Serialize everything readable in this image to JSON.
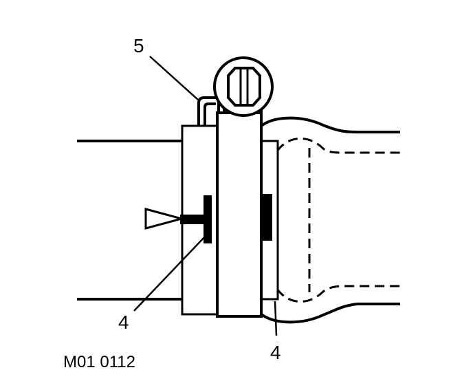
{
  "diagram": {
    "callouts": {
      "label_5": "5",
      "label_4_left": "4",
      "label_4_right": "4"
    },
    "figure_id": "M01 0112"
  }
}
